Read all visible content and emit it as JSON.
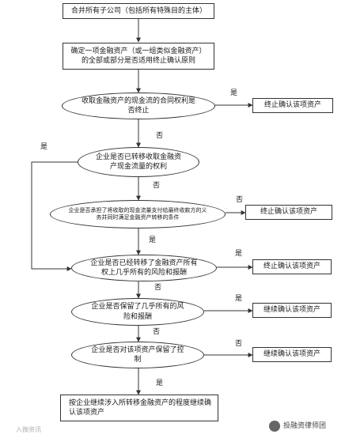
{
  "nodes": {
    "n1": "合并所有子公司（包括所有特殊目的主体）",
    "n2": "确定一项金融资产（或一组类似金融资产）的全部或部分是否适用终止确认原则",
    "q1": "收取金融资产的现金流的合同权利是否终止",
    "q2": "企业是否已转移收取金融资产现金流量的权利",
    "q3": "企业是否承担了将收取的现金流量支付给最终收款方的义务并同时满足金融资产转移的条件",
    "q4": "企业是否已经转移了金融资产所有权上几乎所有的风险和报酬",
    "q5": "企业是否保留了几乎所有的风险和报酬",
    "q6": "企业是否对该项资产保留了控制",
    "r1": "终止确认该项资产",
    "r2": "终止确认该项资产",
    "r3": "终止确认该项资产",
    "r4": "继续确认该项资产",
    "r5": "继续确认该项资产",
    "n_final": "按企业继续涉入所转移金融资产的程度继续确认该项资产"
  },
  "labels": {
    "q1_yes": "是",
    "q1_no": "否",
    "q2_yes": "是",
    "q2_no": "否",
    "q3_no": "否",
    "q3_yes": "是",
    "q4_yes": "是",
    "q4_no": "否",
    "q5_yes": "是",
    "q5_no": "否",
    "q6_no": "否",
    "q6_yes": "是"
  },
  "watermarks": {
    "left": "入微资讯",
    "right": "投融资律师团"
  }
}
